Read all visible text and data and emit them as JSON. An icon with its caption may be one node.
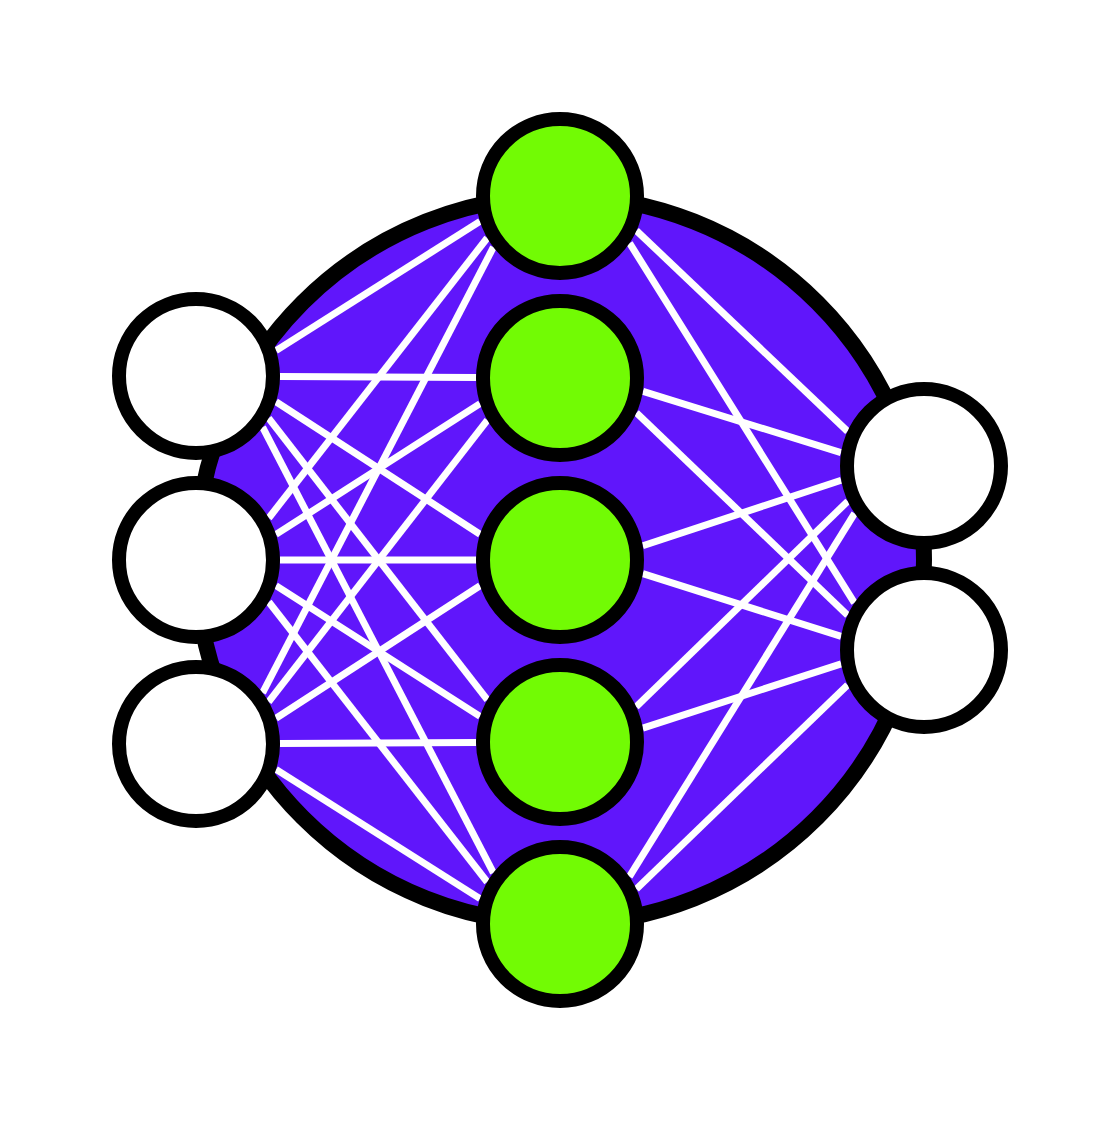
{
  "diagram": {
    "nodes": [
      {
        "text": [],
        "shape": "circle"
      },
      {
        "text": [],
        "shape": "circle"
      },
      {
        "text": [],
        "shape": "circle"
      },
      {
        "text": [],
        "shape": "circle"
      },
      {
        "text": [],
        "shape": "circle"
      },
      {
        "text": [],
        "shape": "circle"
      },
      {
        "text": [],
        "shape": "circle"
      },
      {
        "text": [],
        "shape": "circle"
      },
      {
        "text": [],
        "shape": "circle"
      },
      {
        "text": [],
        "shape": "circle"
      }
    ],
    "edges": [
      {
        "from": 0,
        "to": 3,
        "arrow": "none"
      },
      {
        "from": 0,
        "to": 4,
        "arrow": "none"
      },
      {
        "from": 0,
        "to": 5,
        "arrow": "none"
      },
      {
        "from": 0,
        "to": 6,
        "arrow": "none"
      },
      {
        "from": 0,
        "to": 7,
        "arrow": "none"
      },
      {
        "from": 1,
        "to": 3,
        "arrow": "none"
      },
      {
        "from": 1,
        "to": 4,
        "arrow": "none"
      },
      {
        "from": 1,
        "to": 5,
        "arrow": "none"
      },
      {
        "from": 1,
        "to": 6,
        "arrow": "none"
      },
      {
        "from": 1,
        "to": 7,
        "arrow": "none"
      },
      {
        "from": 2,
        "to": 3,
        "arrow": "none"
      },
      {
        "from": 2,
        "to": 4,
        "arrow": "none"
      },
      {
        "from": 2,
        "to": 5,
        "arrow": "none"
      },
      {
        "from": 2,
        "to": 6,
        "arrow": "none"
      },
      {
        "from": 2,
        "to": 7,
        "arrow": "none"
      },
      {
        "from": 3,
        "to": 8,
        "arrow": "none"
      },
      {
        "from": 3,
        "to": 9,
        "arrow": "none"
      },
      {
        "from": 4,
        "to": 8,
        "arrow": "none"
      },
      {
        "from": 4,
        "to": 9,
        "arrow": "none"
      },
      {
        "from": 5,
        "to": 8,
        "arrow": "none"
      },
      {
        "from": 5,
        "to": 9,
        "arrow": "none"
      },
      {
        "from": 6,
        "to": 8,
        "arrow": "none"
      },
      {
        "from": 6,
        "to": 9,
        "arrow": "none"
      },
      {
        "from": 7,
        "to": 8,
        "arrow": "none"
      },
      {
        "from": 7,
        "to": 9,
        "arrow": "none"
      }
    ]
  }
}
